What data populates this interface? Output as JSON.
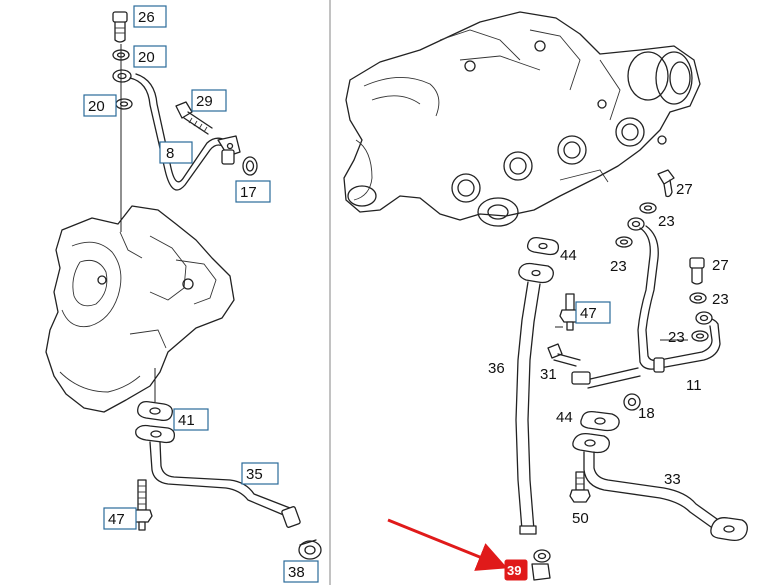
{
  "colors": {
    "label_border": "#2a6a9a",
    "highlight": "#e01a1a",
    "line": "#222222",
    "panel_border": "#999999"
  },
  "left_panel": {
    "callouts": [
      {
        "id": "c26",
        "text": "26",
        "boxed": true
      },
      {
        "id": "c20a",
        "text": "20",
        "boxed": true
      },
      {
        "id": "c20b",
        "text": "20",
        "boxed": true
      },
      {
        "id": "c29",
        "text": "29",
        "boxed": true
      },
      {
        "id": "c8",
        "text": "8",
        "boxed": true
      },
      {
        "id": "c17",
        "text": "17",
        "boxed": true
      },
      {
        "id": "c41",
        "text": "41",
        "boxed": true
      },
      {
        "id": "c35",
        "text": "35",
        "boxed": true
      },
      {
        "id": "c47",
        "text": "47",
        "boxed": true
      },
      {
        "id": "c38",
        "text": "38",
        "boxed": true
      }
    ]
  },
  "right_panel": {
    "callouts": [
      {
        "id": "r27a",
        "text": "27",
        "boxed": false
      },
      {
        "id": "r23a",
        "text": "23",
        "boxed": false
      },
      {
        "id": "r44a",
        "text": "44",
        "boxed": false
      },
      {
        "id": "r23b",
        "text": "23",
        "boxed": false
      },
      {
        "id": "r27b",
        "text": "27",
        "boxed": false
      },
      {
        "id": "r23c",
        "text": "23",
        "boxed": false
      },
      {
        "id": "r47",
        "text": "47",
        "boxed": true
      },
      {
        "id": "r23d",
        "text": "23",
        "boxed": false
      },
      {
        "id": "r36",
        "text": "36",
        "boxed": false
      },
      {
        "id": "r31",
        "text": "31",
        "boxed": false
      },
      {
        "id": "r11",
        "text": "11",
        "boxed": false
      },
      {
        "id": "r44b",
        "text": "44",
        "boxed": false
      },
      {
        "id": "r18",
        "text": "18",
        "boxed": false
      },
      {
        "id": "r33",
        "text": "33",
        "boxed": false
      },
      {
        "id": "r50",
        "text": "50",
        "boxed": false
      },
      {
        "id": "r39",
        "text": "39",
        "boxed": true,
        "highlighted": true
      }
    ]
  },
  "highlight_arrow": {
    "points_to": "39"
  }
}
